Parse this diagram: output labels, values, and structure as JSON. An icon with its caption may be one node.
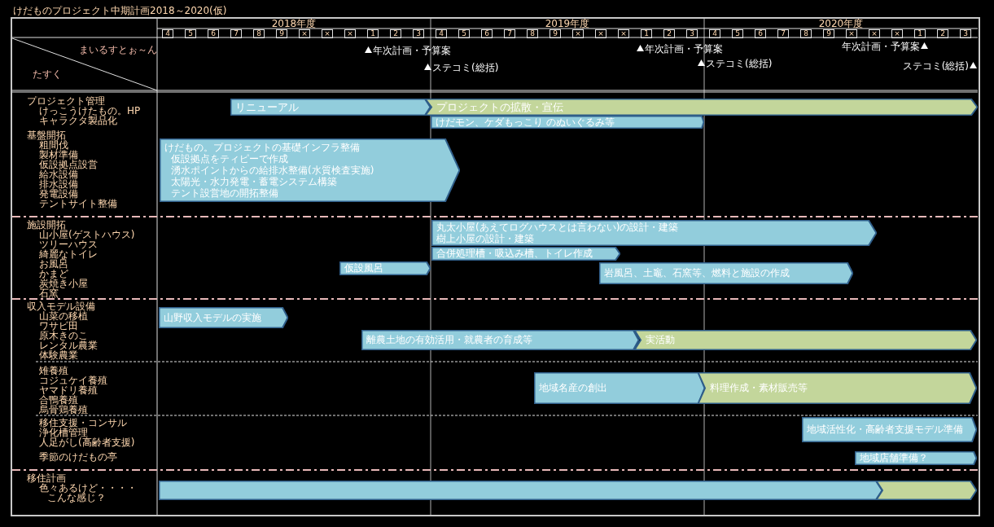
{
  "diagram": {
    "title": "けだものプロジェクト中期計画2018～2020(仮)",
    "nodes": [
      {
        "text": [
          "リニューアル"
        ]
      },
      {
        "text": [
          "プロジェクトの拡散・宣伝"
        ]
      },
      {
        "text": [
          "けだモン、ケダもっこり のぬいぐるみ等"
        ]
      },
      {
        "text": [
          "けだもの。プロジェクトの基礎インフラ整備",
          "仮設拠点をティピーで作成",
          "湧水ポイントからの給排水整備(水質検査実施)",
          "太陽光・水力発電・蓄電システム構築",
          "テント設営地の開拓整備"
        ]
      },
      {
        "text": [
          "丸太小屋(あえてログハウスとは言わない)の設計・建築",
          "樹上小屋の設計・建築"
        ]
      },
      {
        "text": [
          "合併処理槽・吸込み槽、トイレ作成"
        ]
      },
      {
        "text": [
          "仮設風呂"
        ]
      },
      {
        "text": [
          "岩風呂、土竈、石窯等、燃料と施設の作成"
        ]
      },
      {
        "text": [
          "山野収入モデルの実施"
        ]
      },
      {
        "text": [
          "離農土地の有効活用・就農者の育成等"
        ]
      },
      {
        "text": [
          "実活動"
        ]
      },
      {
        "text": [
          "地域名産の創出"
        ]
      },
      {
        "text": [
          "料理作成・素材販売等"
        ]
      },
      {
        "text": [
          "地域活性化・高齢者支援モデル準備"
        ]
      },
      {
        "text": [
          "地域店舗準備？"
        ]
      },
      {
        "text": [],
        "shape": "bar"
      },
      {
        "text": [],
        "shape": "bar"
      }
    ],
    "labels": [
      "2018年度",
      "2019年度",
      "2020年度",
      "4",
      "5",
      "6",
      "7",
      "8",
      "9",
      "×",
      "×",
      "×",
      "1",
      "2",
      "3",
      "4",
      "5",
      "6",
      "7",
      "8",
      "9",
      "×",
      "×",
      "×",
      "1",
      "2",
      "3",
      "4",
      "5",
      "6",
      "7",
      "8",
      "9",
      "×",
      "×",
      "×",
      "1",
      "2",
      "3",
      "年次計画・予算案",
      "ステコミ(総括)",
      "年次計画・予算案",
      "ステコミ(総括)",
      "年次計画・予算案",
      "ステコミ(総括)",
      "まいるすとぉ～ん",
      "たすく",
      "プロジェクト管理",
      "けっこうけたもの。HP",
      "キャラクタ製品化",
      "基盤開拓",
      "粗間伐",
      "製材準備",
      "仮設拠点設営",
      "給水設備",
      "排水設備",
      "発電設備",
      "テントサイト整備",
      "施設開拓",
      "山小屋(ゲストハウス)",
      "ツリーハウス",
      "綺麗なトイレ",
      "お風呂",
      "かまど",
      "炭焼き小屋",
      "石窯",
      "収入モデル設備",
      "山菜の移植",
      "ワサビ田",
      "原木きのこ",
      "レンタル農業",
      "体験農業",
      "雉養殖",
      "コジュケイ養殖",
      "ヤマドリ養殖",
      "合鴨養殖",
      "烏骨鶏養殖",
      "移住支援・コンサル",
      "浄化槽管理",
      "人足がし(高齢者支援)",
      "季節のけだもの亭",
      "移住計画",
      "色々あるけど・・・・",
      "こんな感じ？"
    ]
  }
}
